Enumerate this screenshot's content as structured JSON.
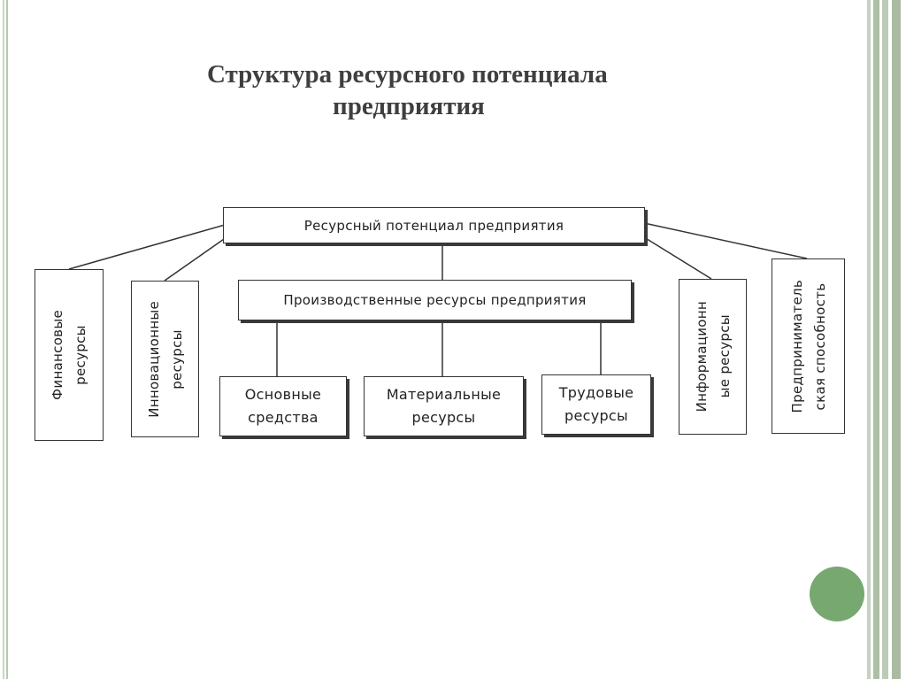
{
  "title": {
    "line1": "Структура ресурсного потенциала",
    "line2": "предприятия"
  },
  "diagram": {
    "root": "Ресурсный потенциал предприятия",
    "production": "Производственные ресурсы предприятия",
    "side": {
      "financial": [
        "Финансовые",
        "ресурсы"
      ],
      "innovation": [
        "Инновационные",
        "ресурсы"
      ],
      "information": [
        "Информационн",
        "ые ресурсы"
      ],
      "entrepreneurial": [
        "Предприниматель",
        "ская способность"
      ]
    },
    "bottom": {
      "fixed": [
        "Основные",
        "средства"
      ],
      "material": [
        "Материальные",
        "ресурсы"
      ],
      "labor": [
        "Трудовые",
        "ресурсы"
      ]
    }
  },
  "colors": {
    "accent_green": "#76a86f",
    "frame_green": "#aebfa6",
    "title_text": "#3f3f3f"
  }
}
